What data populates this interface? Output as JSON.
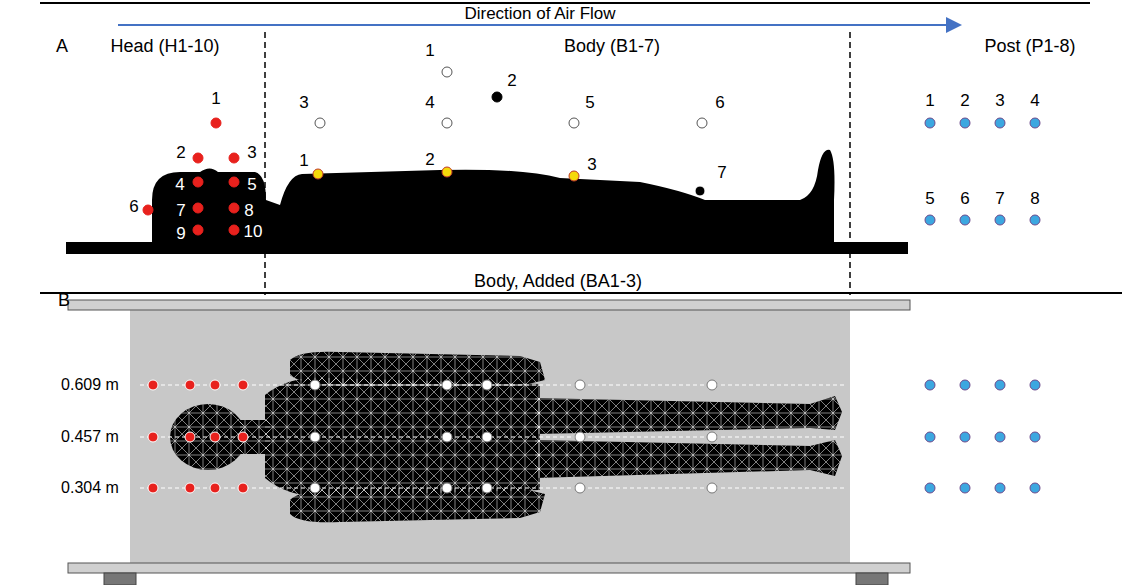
{
  "diagram": {
    "labels": [
      "Direction of Air Flow",
      "A",
      "Head (H1-10)",
      "Body (B1-7)",
      "Post (P1-8)",
      "1",
      "2",
      "3",
      "4",
      "5",
      "6",
      "7",
      "8",
      "9",
      "10",
      "1",
      "2",
      "3",
      "4",
      "5",
      "6",
      "7",
      "1",
      "2",
      "3",
      "1",
      "2",
      "3",
      "4",
      "5",
      "6",
      "7",
      "8",
      "Body, Added (BA1-3)",
      "B",
      "0.609 m",
      "0.457 m",
      "0.304 m"
    ]
  }
}
